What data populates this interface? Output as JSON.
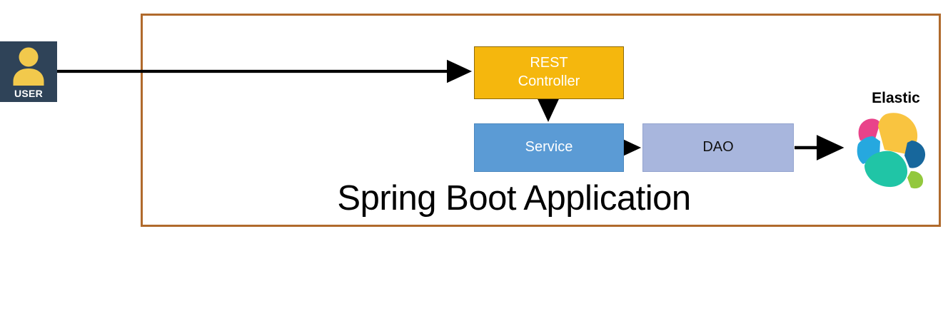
{
  "diagram": {
    "title": "Spring Boot Application",
    "container_border_color": "#B06A2C",
    "background_color": "#FFFFFF"
  },
  "actor": {
    "label": "USER",
    "icon": "user-person-icon",
    "box_color": "#2F4358",
    "glyph_color": "#F2C94C",
    "label_color": "#FFFFFF"
  },
  "nodes": [
    {
      "id": "rest-controller",
      "label_line1": "REST",
      "label_line2": "Controller",
      "fill": "#F5B70D",
      "border": "#8E6A08",
      "text_color": "#FFFFFF"
    },
    {
      "id": "service",
      "label": "Service",
      "fill": "#5B9BD5",
      "border": "#4A87BE",
      "text_color": "#FFFFFF"
    },
    {
      "id": "dao",
      "label": "DAO",
      "fill": "#A8B6DD",
      "border": "#93A3CE",
      "text_color": "#111111"
    }
  ],
  "datastore": {
    "label": "Elastic",
    "icon": "elastic-logo-icon",
    "label_color": "#000000",
    "petal_colors": {
      "pink": "#E9438A",
      "yellow": "#F9C440",
      "light_blue": "#26A8DF",
      "teal": "#20C5A6",
      "dark_blue": "#17679C",
      "green": "#93C83D"
    }
  },
  "arrows": [
    {
      "id": "user-to-rest",
      "from": "USER",
      "to": "REST Controller",
      "direction": "right"
    },
    {
      "id": "rest-to-service",
      "from": "REST Controller",
      "to": "Service",
      "direction": "down"
    },
    {
      "id": "service-to-dao",
      "from": "Service",
      "to": "DAO",
      "direction": "right"
    },
    {
      "id": "dao-to-elastic",
      "from": "DAO",
      "to": "Elastic",
      "direction": "right"
    }
  ]
}
